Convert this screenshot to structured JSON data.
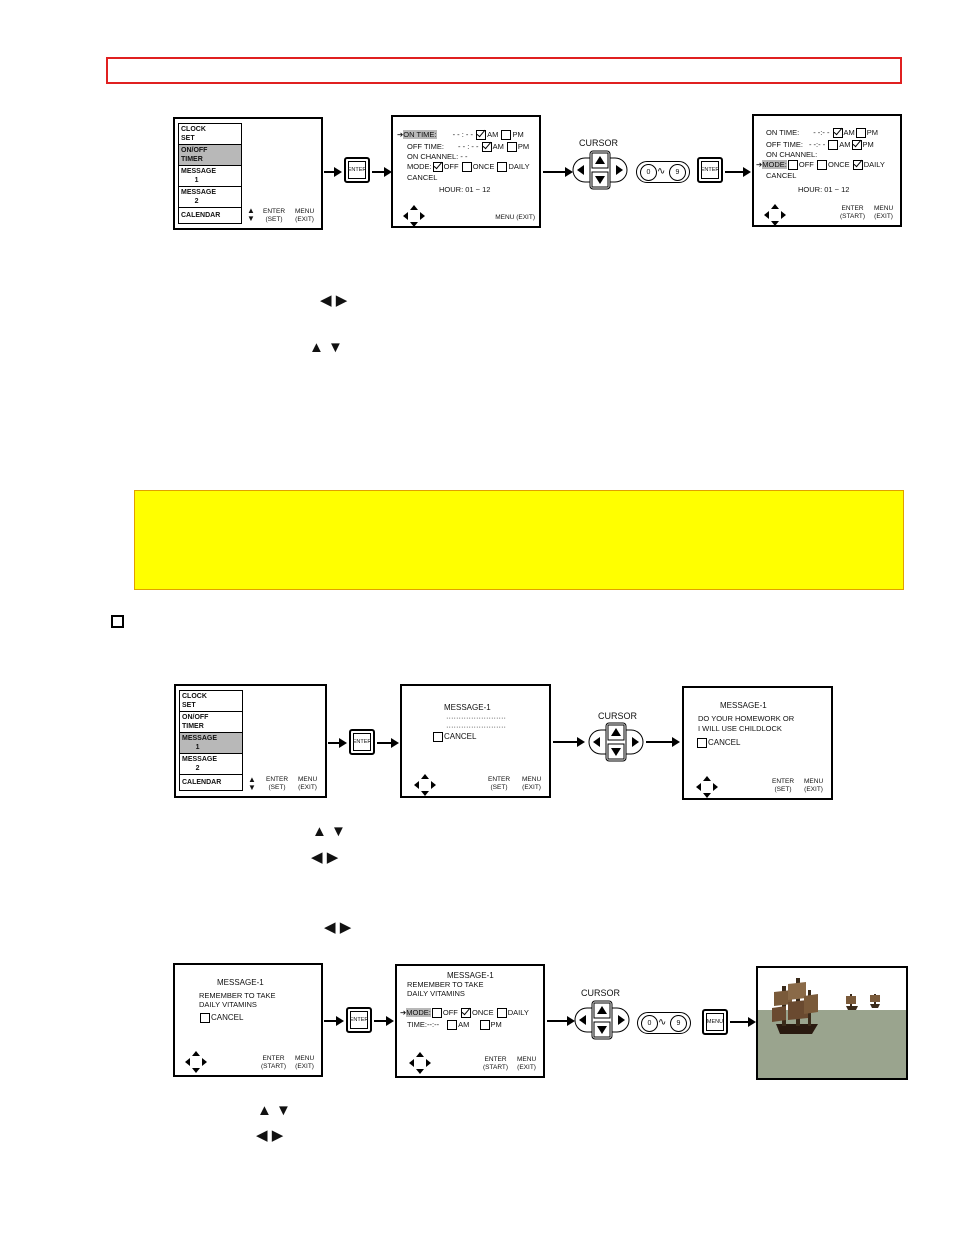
{
  "row1": {
    "menu": [
      "CLOCK SET",
      "ON/OFF TIMER",
      "MESSAGE 1",
      "MESSAGE 2",
      "CALENDAR"
    ],
    "menu_selected": 1,
    "menu_foot_enter": "ENTER (SET)",
    "menu_foot_menu": "MENU (EXIT)",
    "timer_screen": {
      "on_time": "ON TIME:",
      "on_val": "- - : - -",
      "off_time": "OFF TIME:",
      "off_val": "- - : - -",
      "am": "AM",
      "pm": "PM",
      "on_channel": "ON CHANNEL:",
      "channel_val": "- -",
      "mode": "MODE:",
      "off": "OFF",
      "once": "ONCE",
      "daily": "DAILY",
      "cancel": "CANCEL",
      "hour": "HOUR:   01 ~ 12",
      "foot_menu": "MENU (EXIT)"
    },
    "result_screen": {
      "hour": "HOUR:   01 ~ 12",
      "foot_enter": "ENTER (START)",
      "foot_menu": "MENU (EXIT)"
    }
  },
  "row2": {
    "menu_selected": 2,
    "msg_title": "MESSAGE-1",
    "dots": "························",
    "cancel": "CANCEL",
    "msg_line1": "DO  YOUR  HOMEWORK  OR",
    "msg_line2": "I  WILL  USE  CHILDLOCK",
    "foot_enter": "ENTER (SET)",
    "foot_menu": "MENU (EXIT)"
  },
  "row3": {
    "msg_title": "MESSAGE-1",
    "line1": "REMEMBER   TO   TAKE",
    "line2": "DAILY    VITAMINS",
    "cancel": "CANCEL",
    "mode": "MODE:",
    "off": "OFF",
    "once": "ONCE",
    "daily": "DAILY",
    "time": "TIME:--:--",
    "am": "AM",
    "pm": "PM",
    "foot_enter": "ENTER (START)",
    "foot_menu": "MENU (EXIT)",
    "menu_btn": "MENU"
  },
  "common": {
    "enter_btn": "ENTER",
    "cursor": "CURSOR",
    "num0": "0",
    "num9": "9"
  },
  "icons": [
    "dpad-icon",
    "arrow-right-icon",
    "up-down-icon",
    "left-right-icon",
    "ship-image"
  ]
}
